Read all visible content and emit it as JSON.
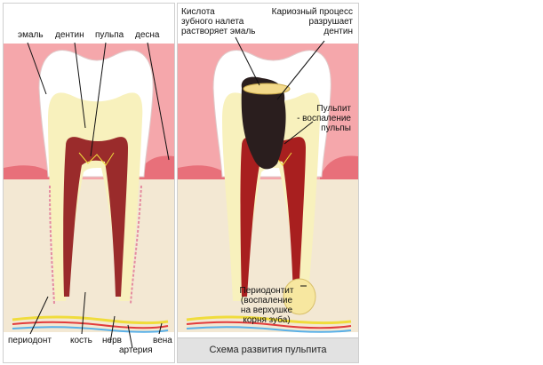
{
  "left_labels": {
    "enamel": "эмаль",
    "dentin": "дентин",
    "pulp": "пульпа",
    "gum": "десна",
    "periodontium": "периодонт",
    "bone": "кость",
    "nerve": "нерв",
    "artery": "артерия",
    "vein": "вена"
  },
  "right_labels": {
    "acid_line1": "Кислота",
    "acid_line2": "зубного налета",
    "acid_line3": "растворяет эмаль",
    "caries_line1": "Кариозный процесс",
    "caries_line2": "разрушает",
    "caries_line3": "дентин",
    "pulpitis_line1": "Пульпит",
    "pulpitis_line2": "- воспаление",
    "pulpitis_line3": "пульпы",
    "perio_line1": "Периодонтит",
    "perio_line2": "(воспаление",
    "perio_line3": "на верхушке",
    "perio_line4": "корня зуба)"
  },
  "caption": "Схема развития пульпита",
  "colors": {
    "gum": "#e8707a",
    "enamel_bg": "#f5a7ab",
    "bone": "#f3e8d3",
    "enamel": "#ffffff",
    "dentin": "#f8f1bd",
    "pulp": "#9a2b2b",
    "caries": "#2a1e1e",
    "nerve_yellow": "#f0dc3c",
    "artery_red": "#e23c3c",
    "vein_blue": "#59b0e8",
    "abscess": "#f7e7a0"
  }
}
